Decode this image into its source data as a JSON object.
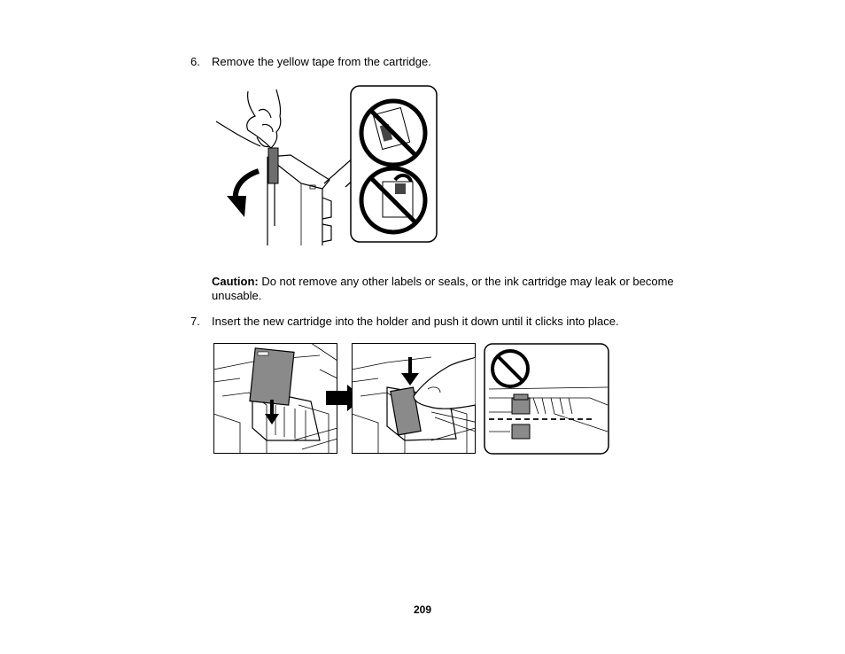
{
  "steps": [
    {
      "number": "6.",
      "text": "Remove the yellow tape from the cartridge."
    },
    {
      "number": "7.",
      "text": "Insert the new cartridge into the holder and push it down until it clicks into place."
    }
  ],
  "caution": {
    "label": "Caution:",
    "text": " Do not remove any other labels or seals, or the ink cartridge may leak or become unusable."
  },
  "page_number": "209",
  "icons": {
    "prohibited": "no-symbol-icon",
    "direction": "arrow-icon"
  }
}
